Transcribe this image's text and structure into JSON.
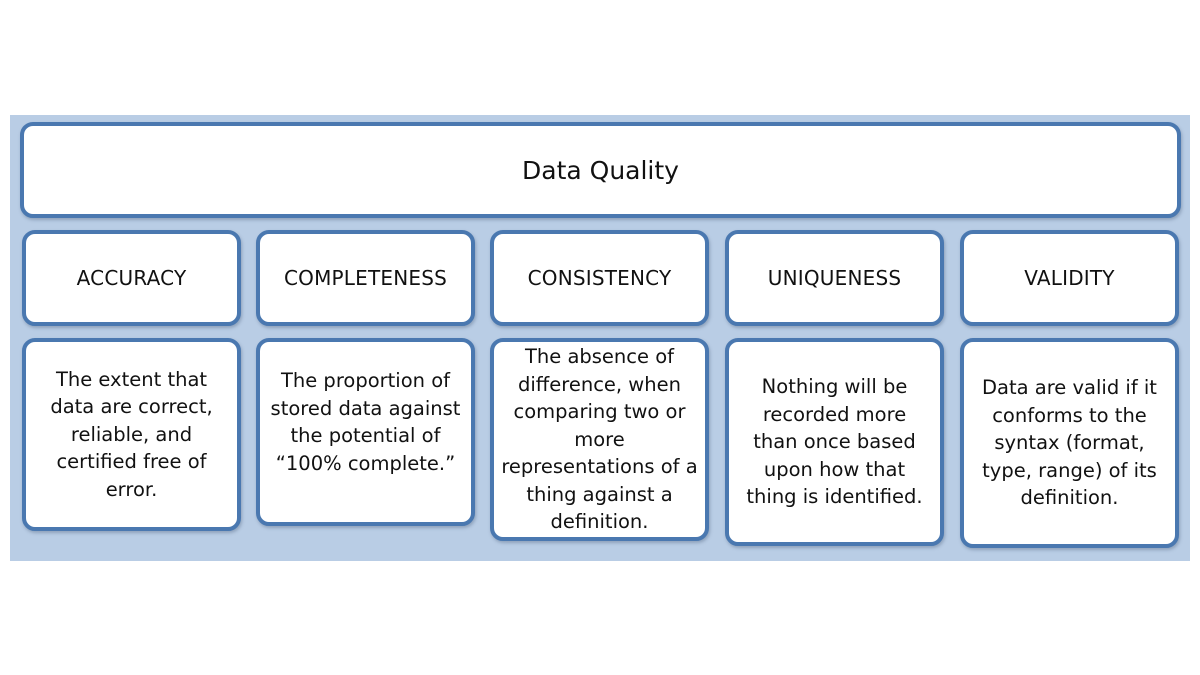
{
  "title": "Data Quality",
  "dimensions": [
    {
      "name": "ACCURACY",
      "description": "The extent that data are correct, reliable, and certified free of error."
    },
    {
      "name": "COMPLETENESS",
      "description": "The proportion of stored data against the potential of “100% complete.”"
    },
    {
      "name": "CONSISTENCY",
      "description": "The absence of difference, when comparing two or more representations of a thing against a definition."
    },
    {
      "name": "UNIQUENESS",
      "description": "Nothing will be recorded more than once based upon how that thing is identified."
    },
    {
      "name": "VALIDITY",
      "description": "Data are valid if it conforms to the syntax (format, type, range) of its definition."
    }
  ],
  "colors": {
    "panel": "#b9cde5",
    "border": "#4a78b0"
  }
}
